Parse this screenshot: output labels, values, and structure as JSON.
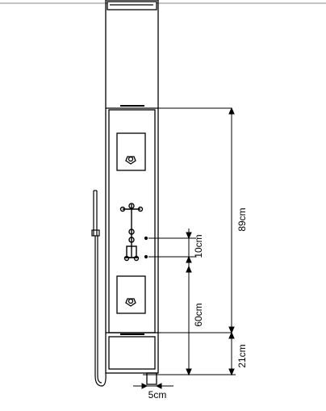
{
  "dimensions": {
    "overall_height": "89cm",
    "spacing_top_bottom": "10cm",
    "lower_height": "60cm",
    "base_height": "21cm",
    "base_offset": "5cm"
  }
}
